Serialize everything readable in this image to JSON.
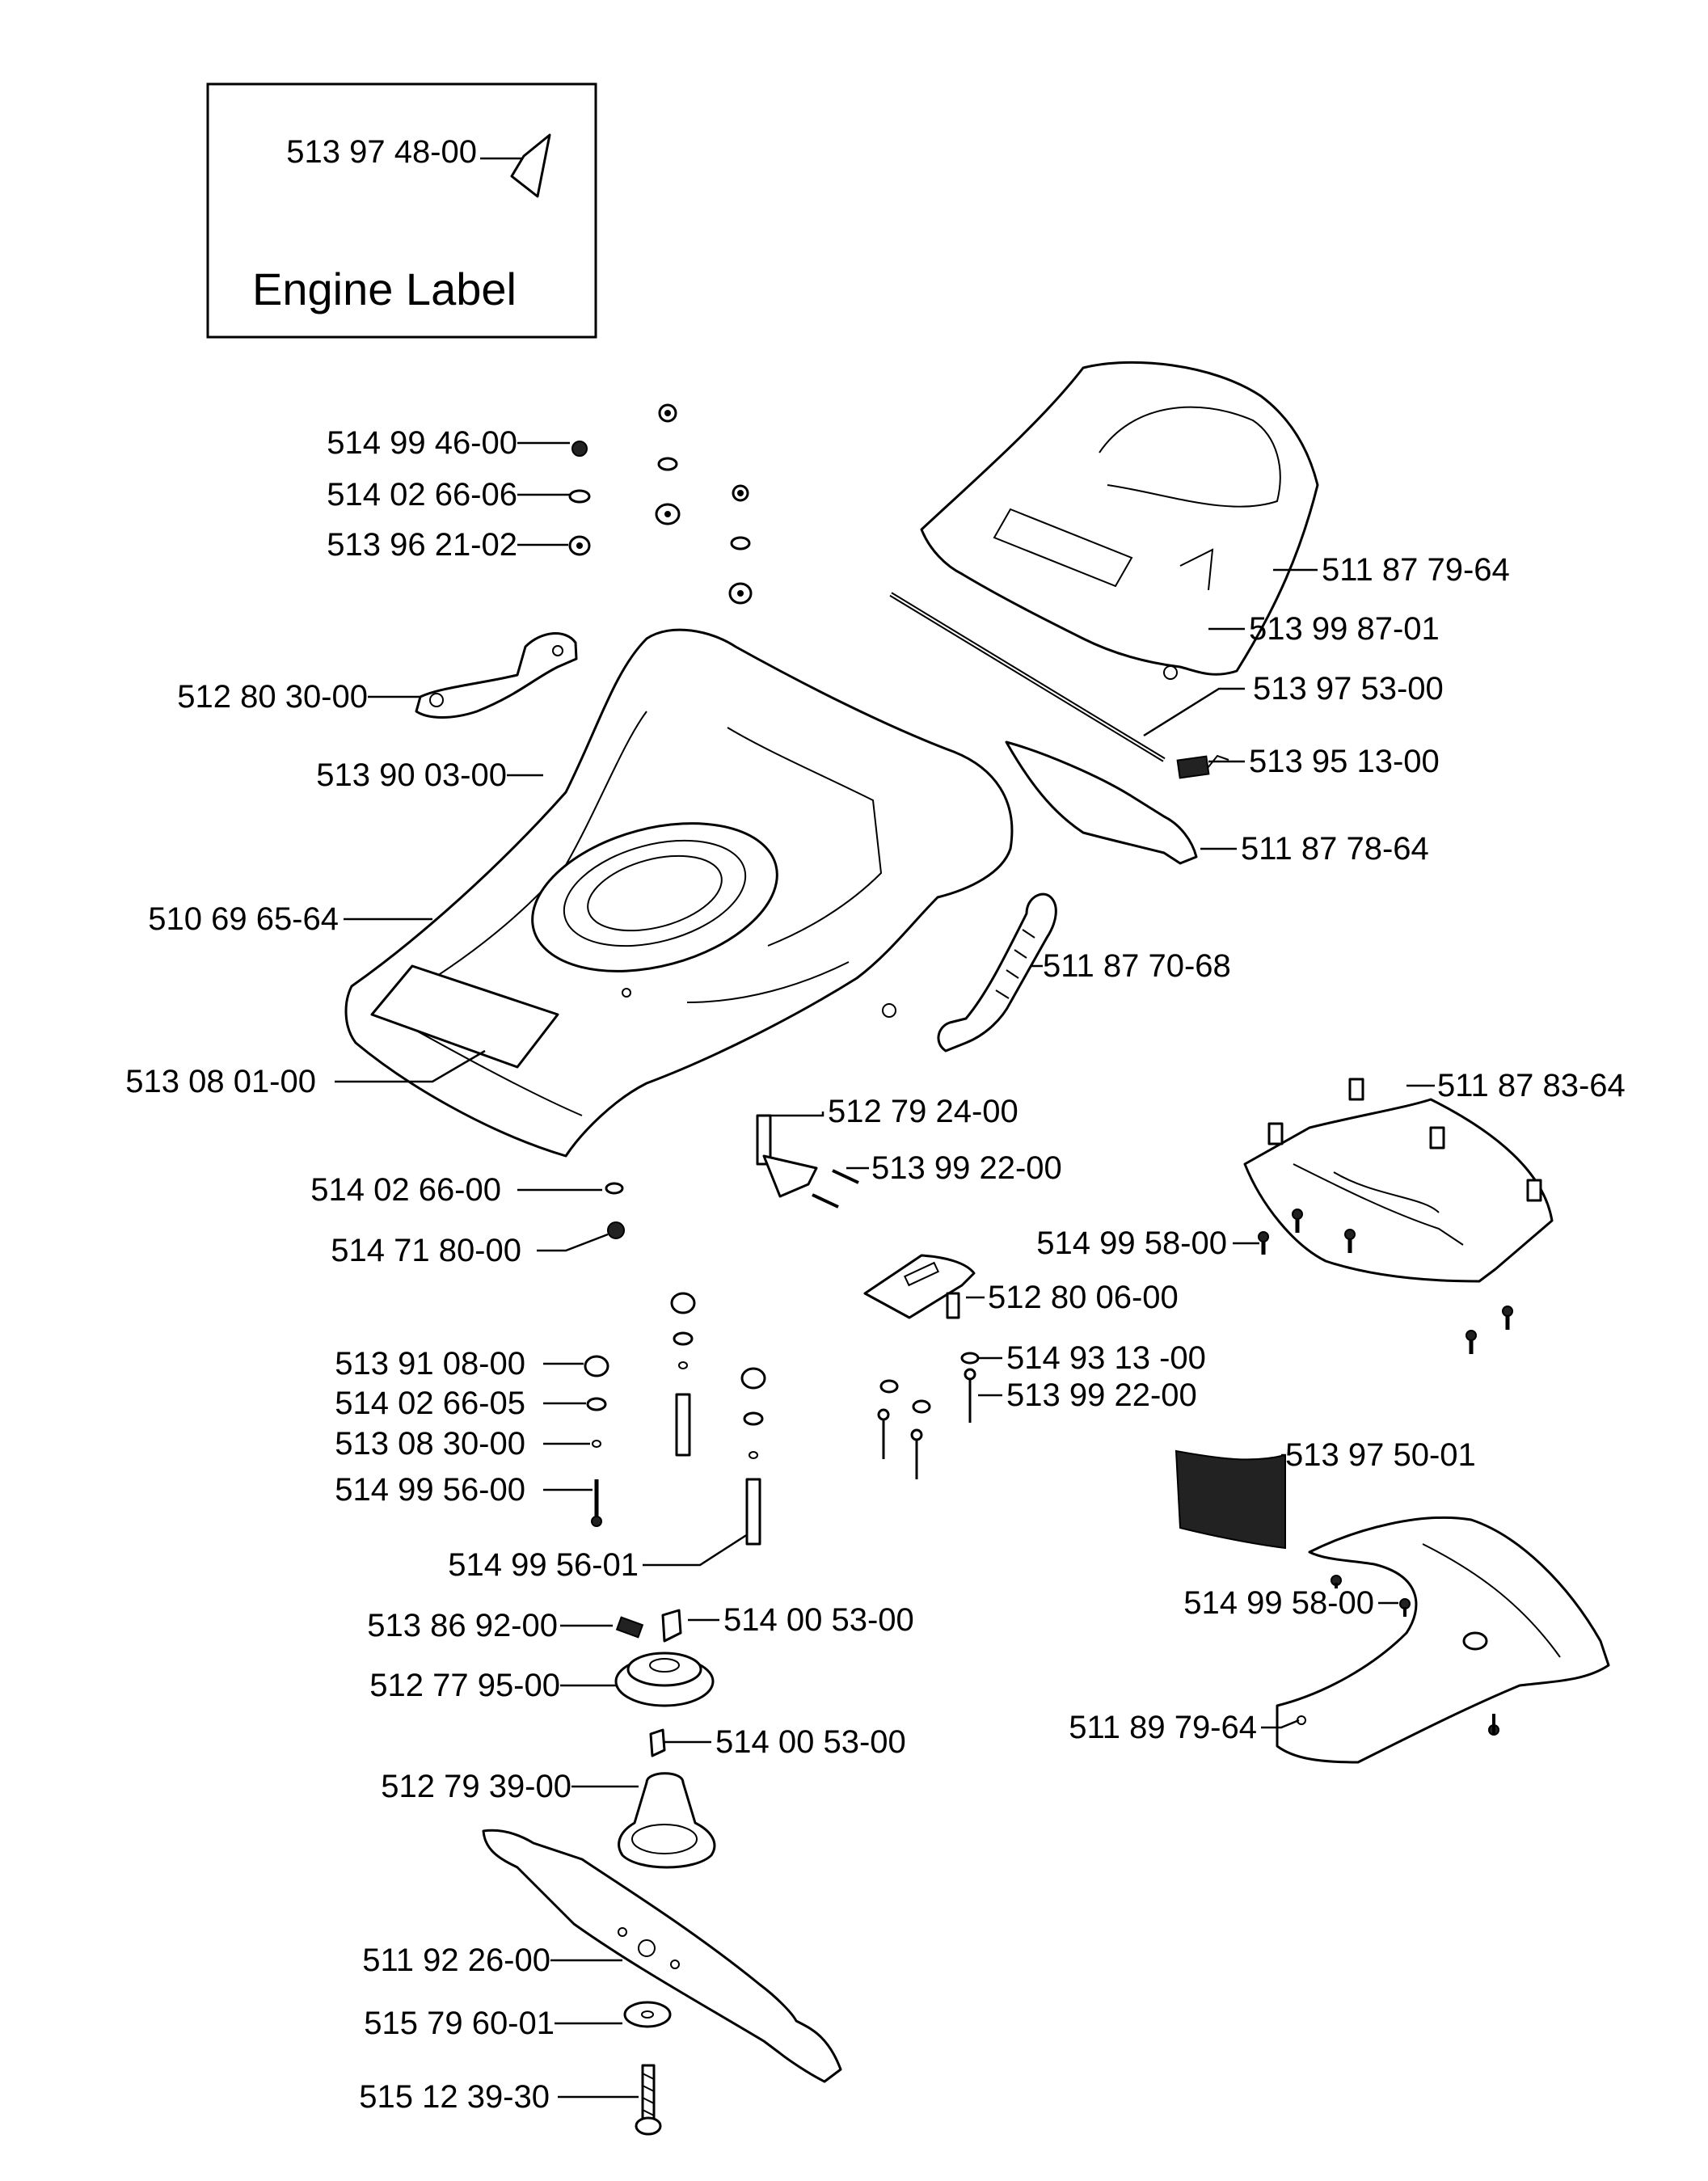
{
  "inset": {
    "part_number": "513 97 48-00",
    "caption": "Engine Label"
  },
  "callouts": [
    "514 99 46-00",
    "514 02 66-06",
    "513 96 21-02",
    "512 80 30-00",
    "513 90 03-00",
    "510 69 65-64",
    "513 08 01-00",
    "514 02 66-00",
    "514 71 80-00",
    "513 91 08-00",
    "514 02 66-05",
    "513 08 30-00",
    "514 99 56-00",
    "514 99 56-01",
    "513 86 92-00",
    "514 00 53-00",
    "512 77 95-00",
    "514 00 53-00",
    "512 79 39-00",
    "511 92 26-00",
    "515 79 60-01",
    "515 12 39-30",
    "511 87 79-64",
    "513 99 87-01",
    "513 97 53-00",
    "513 95 13-00",
    "511 87 78-64",
    "511 87 70-68",
    "511 87 83-64",
    "512 79 24-00",
    "513 99 22-00",
    "514 99 58-00",
    "512 80 06-00",
    "514 93 13 -00",
    "513 99 22-00",
    "513 97 50-01",
    "514 99 58-00",
    "511 89 79-64"
  ]
}
